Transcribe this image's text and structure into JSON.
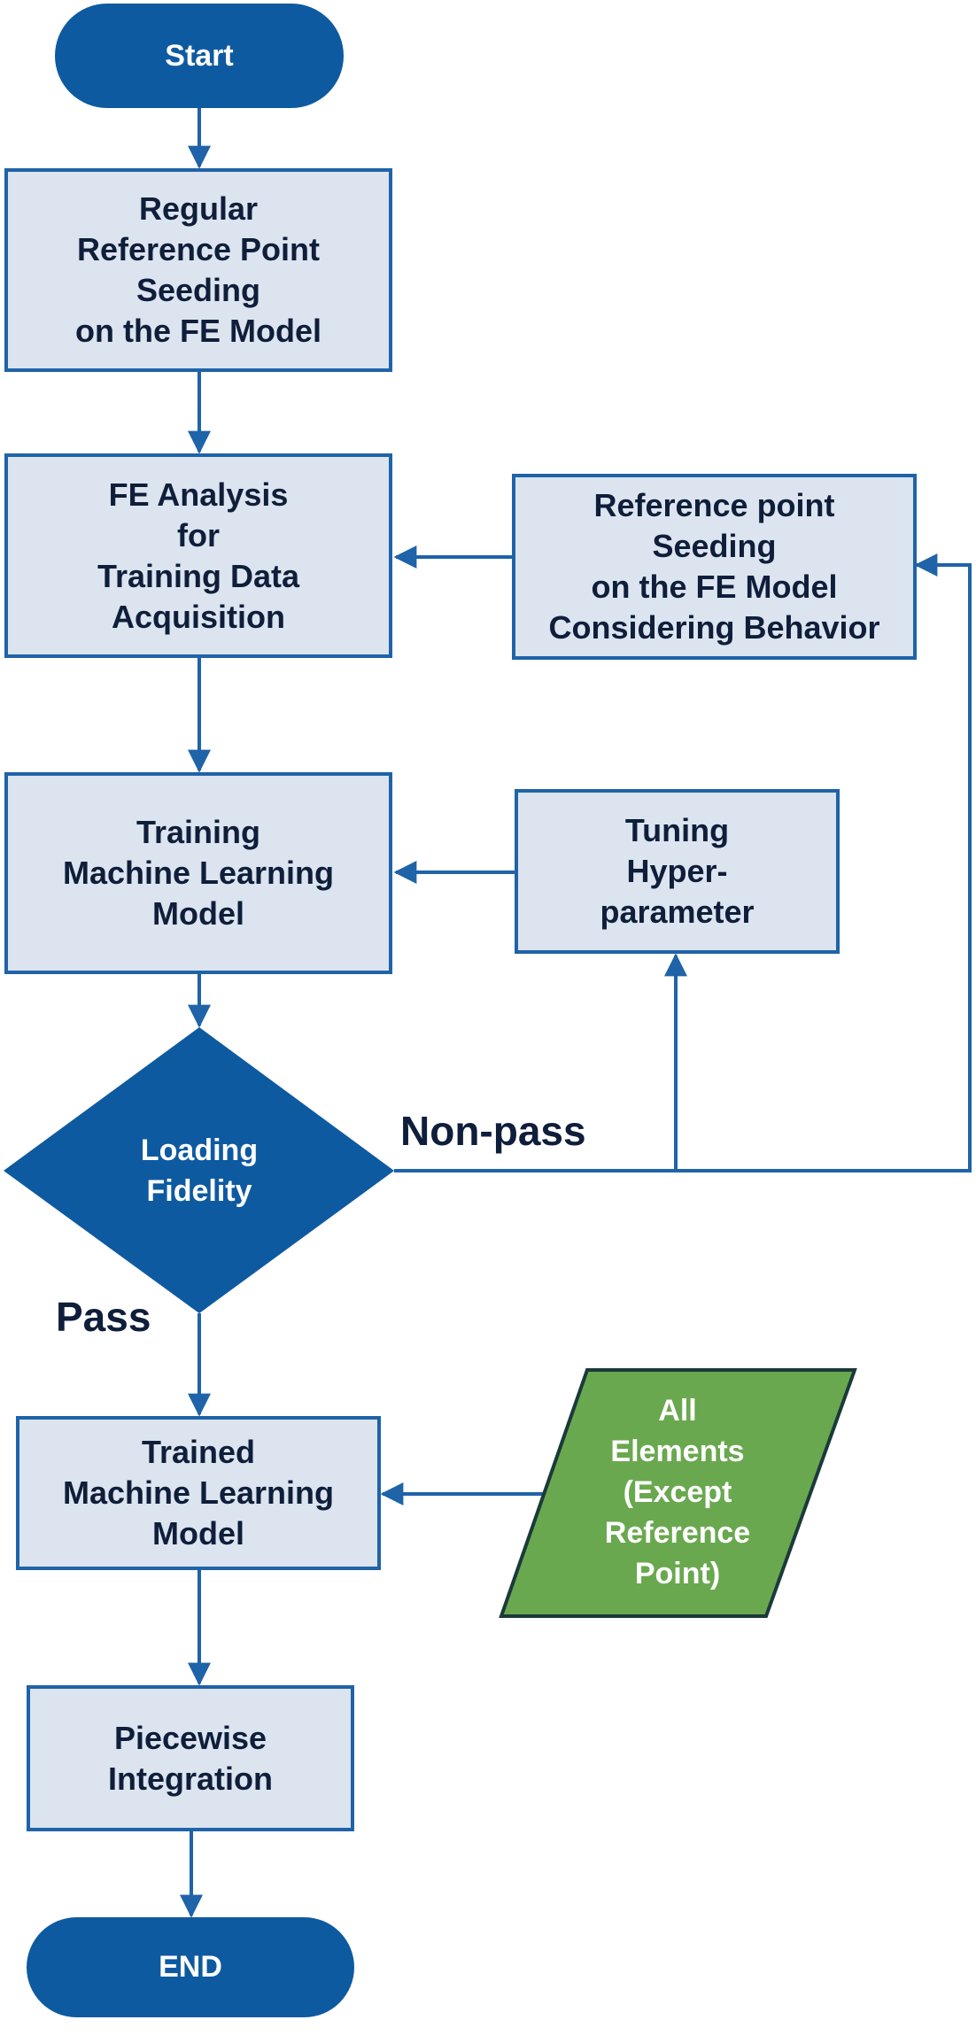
{
  "diagram": {
    "type": "flowchart",
    "colors": {
      "terminal_fill": "#0e5aa0",
      "process_fill": "#dce4ef",
      "process_border": "#1f63a8",
      "decision_fill": "#0e5aa0",
      "input_fill": "#6aa84f",
      "input_border": "#1b3a3a",
      "connector": "#1f63a8",
      "text_dark": "#0f1e3a"
    },
    "nodes": {
      "start": {
        "kind": "terminal",
        "lines": [
          "Start"
        ]
      },
      "regular_seeding": {
        "kind": "process",
        "lines": [
          "Regular",
          "Reference Point",
          "Seeding",
          "on the FE Model"
        ]
      },
      "fe_analysis": {
        "kind": "process",
        "lines": [
          "FE Analysis",
          "for",
          "Training Data",
          "Acquisition"
        ]
      },
      "behavior_seeding": {
        "kind": "process",
        "lines": [
          "Reference point",
          "Seeding",
          "on the FE Model",
          "Considering Behavior"
        ]
      },
      "training_model": {
        "kind": "process",
        "lines": [
          "Training",
          "Machine Learning",
          "Model"
        ]
      },
      "tuning": {
        "kind": "process",
        "lines": [
          "Tuning",
          "Hyper-",
          "parameter"
        ]
      },
      "loading_fidelity": {
        "kind": "decision",
        "lines": [
          "Loading",
          "Fidelity"
        ]
      },
      "trained_model": {
        "kind": "process",
        "lines": [
          "Trained",
          "Machine Learning",
          "Model"
        ]
      },
      "all_elements": {
        "kind": "input",
        "lines": [
          "All",
          "Elements",
          "(Except",
          "Reference",
          "Point)"
        ]
      },
      "piecewise": {
        "kind": "process",
        "lines": [
          "Piecewise",
          "Integration"
        ]
      },
      "end": {
        "kind": "terminal",
        "lines": [
          "END"
        ]
      }
    },
    "edge_labels": {
      "non_pass": "Non-pass",
      "pass": "Pass"
    },
    "edges": [
      {
        "from": "start",
        "to": "regular_seeding"
      },
      {
        "from": "regular_seeding",
        "to": "fe_analysis"
      },
      {
        "from": "behavior_seeding",
        "to": "fe_analysis"
      },
      {
        "from": "fe_analysis",
        "to": "training_model"
      },
      {
        "from": "tuning",
        "to": "training_model"
      },
      {
        "from": "training_model",
        "to": "loading_fidelity"
      },
      {
        "from": "loading_fidelity",
        "to": "tuning",
        "label": "Non-pass"
      },
      {
        "from": "loading_fidelity",
        "to": "behavior_seeding",
        "label": "Non-pass"
      },
      {
        "from": "loading_fidelity",
        "to": "trained_model",
        "label": "Pass"
      },
      {
        "from": "all_elements",
        "to": "trained_model"
      },
      {
        "from": "trained_model",
        "to": "piecewise"
      },
      {
        "from": "piecewise",
        "to": "end"
      }
    ]
  }
}
